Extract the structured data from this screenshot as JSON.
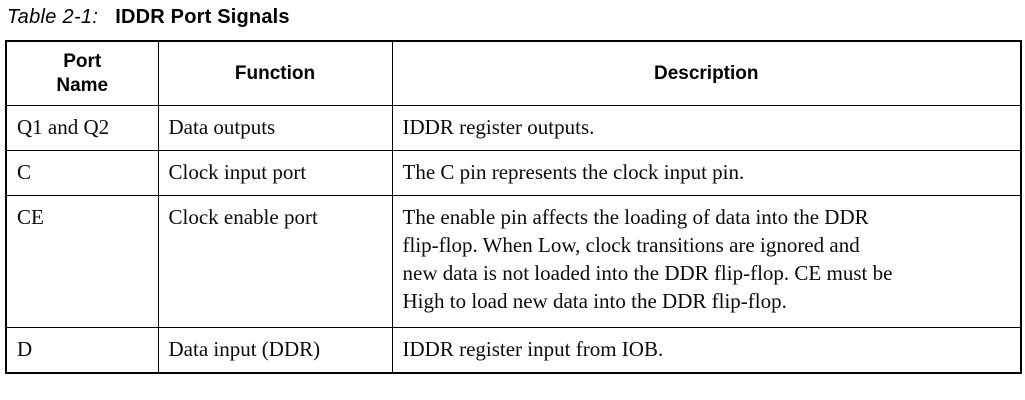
{
  "caption": {
    "label": "Table 2-1:",
    "title": "IDDR Port Signals"
  },
  "colors": {
    "header_rule": "#A80D1E",
    "border": "#000000",
    "text": "#0b0b0b",
    "background": "#ffffff"
  },
  "table": {
    "headers": [
      "Port\nName",
      "Function",
      "Description"
    ],
    "rows": [
      {
        "port": "Q1 and Q2",
        "function": "Data outputs",
        "description": "IDDR register outputs."
      },
      {
        "port": "C",
        "function": "Clock input port",
        "description": "The C pin represents the clock input pin."
      },
      {
        "port": "CE",
        "function": "Clock enable port",
        "description": "The enable pin affects the loading of data into the DDR\nflip-flop. When Low, clock transitions are ignored and\nnew data is not loaded into the DDR flip-flop. CE must be\nHigh to load new data into the DDR flip-flop."
      },
      {
        "port": "D",
        "function": "Data input (DDR)",
        "description": "IDDR register input from IOB."
      }
    ]
  }
}
